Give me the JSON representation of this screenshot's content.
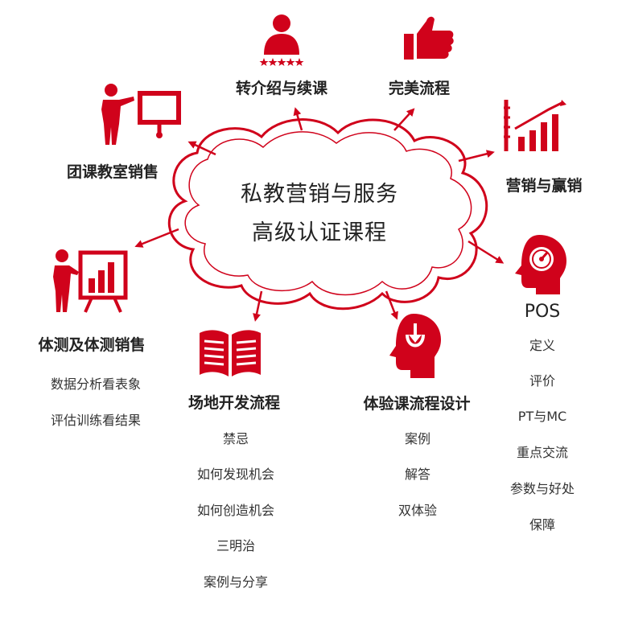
{
  "colors": {
    "accent": "#d0021b",
    "text": "#222222"
  },
  "center": {
    "line1": "私教营销与服务",
    "line2": "高级认证课程"
  },
  "branches": {
    "referral": {
      "label": "转介绍与续课",
      "icon": "person-five-stars-icon"
    },
    "process": {
      "label": "完美流程",
      "icon": "thumbs-up-icon"
    },
    "group_class": {
      "label": "团课教室销售",
      "icon": "presenter-board-icon"
    },
    "marketing": {
      "label": "营销与赢销",
      "icon": "rising-bar-chart-icon"
    },
    "fitness_test": {
      "label": "体测及体测销售",
      "icon": "presenter-chart-icon",
      "items": [
        "数据分析看表象",
        "评估训练看结果"
      ]
    },
    "floor": {
      "label": "场地开发流程",
      "icon": "open-book-icon",
      "items": [
        "禁忌",
        "如何发现机会",
        "如何创造机会",
        "三明治",
        "案例与分享"
      ]
    },
    "trial": {
      "label": "体验课流程设计",
      "icon": "head-download-icon",
      "items": [
        "案例",
        "解答",
        "双体验"
      ]
    },
    "pos": {
      "label": "POS",
      "icon": "head-gauge-icon",
      "items": [
        "定义",
        "评价",
        "PT与MC",
        "重点交流",
        "参数与好处",
        "保障"
      ]
    }
  }
}
